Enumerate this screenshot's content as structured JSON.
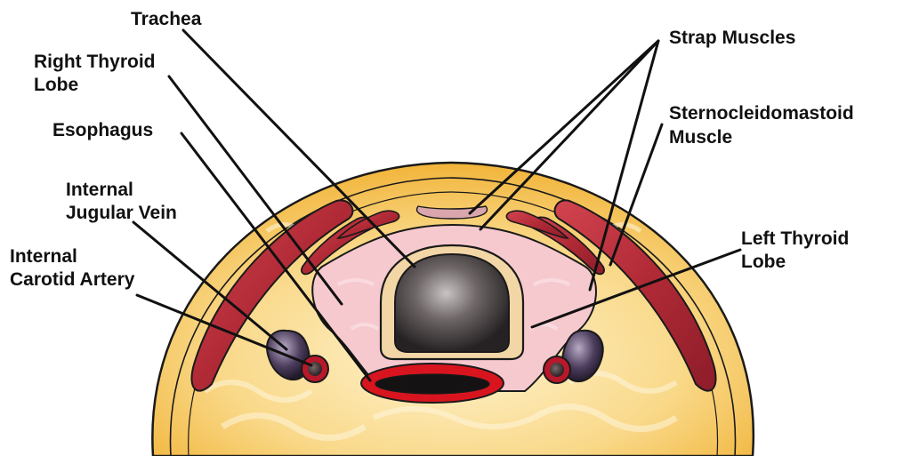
{
  "labels": {
    "trachea": "Trachea",
    "right_thyroid": [
      "Right Thyroid",
      "Lobe"
    ],
    "esophagus": "Esophagus",
    "internal_jugular": [
      "Internal",
      "Jugular Vein"
    ],
    "internal_carotid": [
      "Internal",
      "Carotid Artery"
    ],
    "strap_muscles": "Strap Muscles",
    "sternocleidomastoid": [
      "Sternocleidomastoid",
      "Muscle"
    ],
    "left_thyroid": [
      "Left Thyroid",
      "Lobe"
    ]
  },
  "colors": {
    "fat": "#f2b431",
    "fat_light": "#fbe6a6",
    "muscle": "#c0323e",
    "muscle_dark": "#8f1f2b",
    "thyroid": "#f6c9cf",
    "trachea_ring": "#f3d6a6",
    "trachea_lumen": "#3a3536",
    "esophagus_wall": "#d8151f",
    "vessel": "#b9182a",
    "vein": "#4b3f5c",
    "outline": "#1a1a1a"
  }
}
